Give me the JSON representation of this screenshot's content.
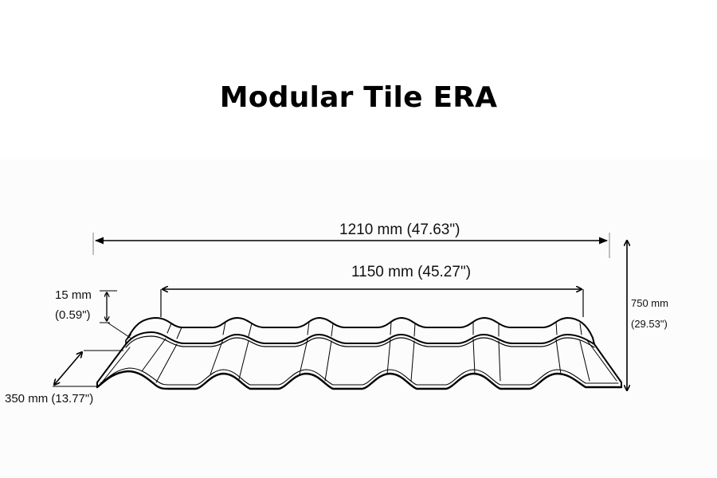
{
  "title": "Modular Tile ERA",
  "colors": {
    "background": "#ffffff",
    "diagram_background": "#fcfcfc",
    "line": "#000000",
    "text": "#111111"
  },
  "dimensions": {
    "overall_width": {
      "label": "1210 mm (47.63\")",
      "mm": 1210,
      "inches": 47.63
    },
    "effective_width": {
      "label": "1150 mm (45.27\")",
      "mm": 1150,
      "inches": 45.27
    },
    "length": {
      "mm_label": "750 mm",
      "inch_label": "(29.53\")",
      "mm": 750,
      "inches": 29.53
    },
    "step_height": {
      "mm_label": "15 mm",
      "inch_label": "(0.59\")",
      "mm": 15,
      "inches": 0.59
    },
    "module_length": {
      "label": "350 mm (13.77\")",
      "mm": 350,
      "inches": 13.77
    }
  },
  "tile": {
    "ridge_count": 6,
    "rows": 2
  }
}
